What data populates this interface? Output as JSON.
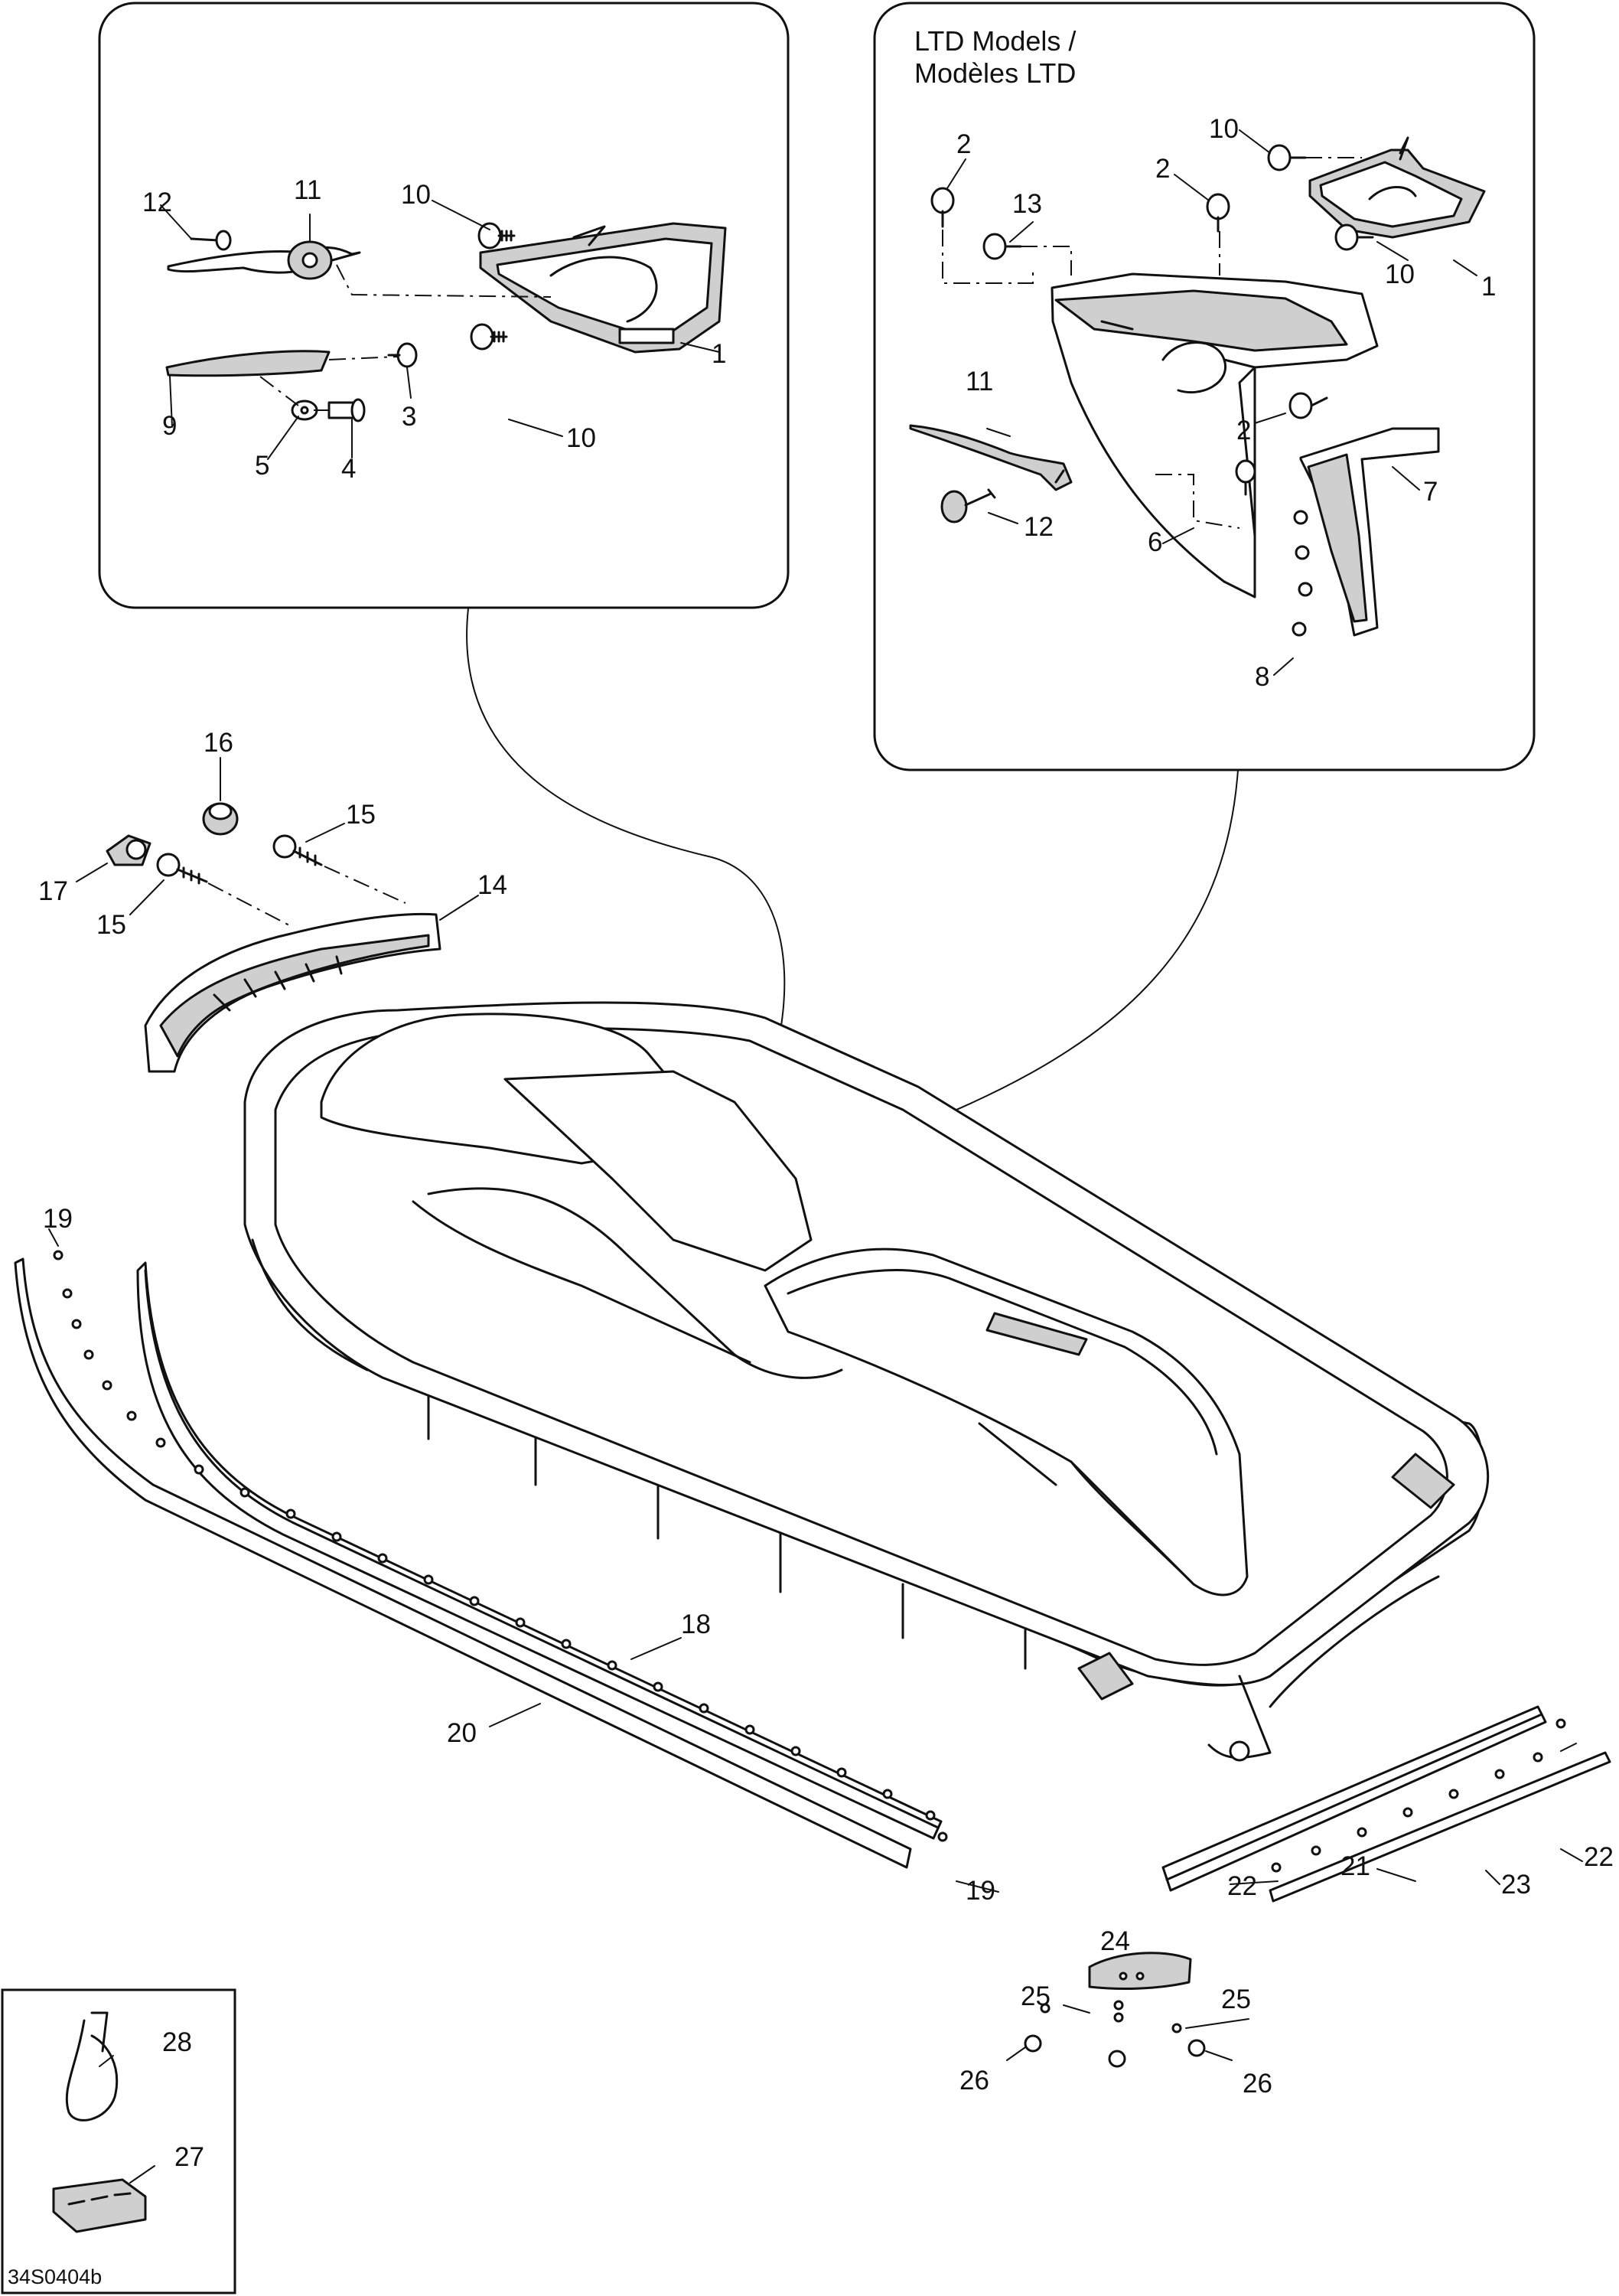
{
  "diagram": {
    "ltd_title_line1": "LTD Models /",
    "ltd_title_line2": "Modèles LTD",
    "figure_code": "34S0404b",
    "callouts": {
      "tl_1": "1",
      "tl_3": "3",
      "tl_4": "4",
      "tl_5": "5",
      "tl_9": "9",
      "tl_10a": "10",
      "tl_10b": "10",
      "tl_11": "11",
      "tl_12": "12",
      "tr_1": "1",
      "tr_2a": "2",
      "tr_2b": "2",
      "tr_2c": "2",
      "tr_6": "6",
      "tr_7": "7",
      "tr_8": "8",
      "tr_10a": "10",
      "tr_10b": "10",
      "tr_11": "11",
      "tr_12": "12",
      "tr_13": "13",
      "c_14": "14",
      "c_15a": "15",
      "c_15b": "15",
      "c_16": "16",
      "c_17": "17",
      "c_18": "18",
      "c_19a": "19",
      "c_19b": "19",
      "c_20": "20",
      "c_21": "21",
      "c_22a": "22",
      "c_22b": "22",
      "c_23": "23",
      "c_24": "24",
      "c_25a": "25",
      "c_25b": "25",
      "c_26a": "26",
      "c_26b": "26",
      "c_27": "27",
      "c_28": "28"
    }
  }
}
